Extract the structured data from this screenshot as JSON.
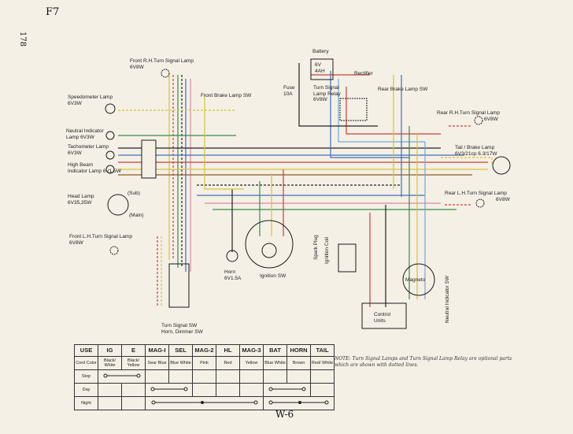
{
  "header": {
    "code": "F7",
    "page_number": "178",
    "figure_id": "W-6"
  },
  "components": {
    "front_rh_turn": [
      "Front R.H.Turn Signal Lamp",
      "6V8W"
    ],
    "speedometer": [
      "Speedometer Lamp",
      "6V3W"
    ],
    "neutral": [
      "Neutral Indicator",
      "Lamp 6V3W"
    ],
    "tachometer": [
      "Tachometer Lamp",
      "6V3W"
    ],
    "high_beam": [
      "High Beam",
      "Indicator Lamp",
      "6V1.5W"
    ],
    "head_lamp": [
      "Head Lamp",
      "6V35,35W"
    ],
    "head_sub": "(Sub)",
    "head_main": "(Main)",
    "front_lh_turn": [
      "Front L.H.Turn Signal Lamp",
      "6V8W"
    ],
    "front_brake_sw": "Front Brake Lamp SW",
    "battery": [
      "Battery",
      "6V",
      "4AH"
    ],
    "rectifier": "Rectifier",
    "fuse": [
      "Fuse",
      "10A"
    ],
    "turn_relay": [
      "Turn Signal",
      "Lamp Relay",
      "6V8W"
    ],
    "rear_brake_sw": "Rear Brake Lamp SW",
    "rear_rh_turn": [
      "Rear R.H.Turn Signal Lamp",
      "6V8W"
    ],
    "tail_lamp": [
      "Tail / Brake Lamp",
      "6V3/21cp 6.3/17W"
    ],
    "rear_lh_turn": [
      "Rear L.H.Turn Signal Lamp",
      "6V8W"
    ],
    "horn": [
      "Horn",
      "6V1.5A"
    ],
    "ignition_sw": "Ignition SW",
    "spark_plug": "Spark Plug",
    "ignition_coil": "Ignition Coil",
    "magneto": "Magneto",
    "control_units": [
      "Control",
      "Units"
    ],
    "neutral_sw": "Neutral Indicator SW",
    "turn_sw": [
      "Turn Signal SW",
      "Horn, Dimmer SW"
    ]
  },
  "legend": {
    "headers": [
      "USE",
      "IG",
      "E",
      "MAG-I",
      "SEL",
      "MAG-2",
      "HL",
      "MAG-3",
      "BAT",
      "HORN",
      "TAIL"
    ],
    "color_row": [
      "Cord Color",
      "Black/ White",
      "Black/ Yellow",
      "Sear Blue",
      "Blue White",
      "Pink",
      "Red",
      "Yellow",
      "Blue White",
      "Brown",
      "Red/ White"
    ],
    "rows": [
      "Stop",
      "Day",
      "Night"
    ]
  },
  "note": "NOTE: Turn Signal Lamps and Turn Signal Lamp Relay are optional parts which are shown with dotted lines.",
  "colors": {
    "paper": "#f4f0e6",
    "ink": "#1a1a1a",
    "wire_red": "#c8403a",
    "wire_yellow": "#d8c23a",
    "wire_blue": "#3d6fb8",
    "wire_lightblue": "#6fa8d8",
    "wire_green": "#3a8a4a",
    "wire_brown": "#8a5a2b",
    "wire_pink": "#d98aa0",
    "wire_black": "#222"
  }
}
